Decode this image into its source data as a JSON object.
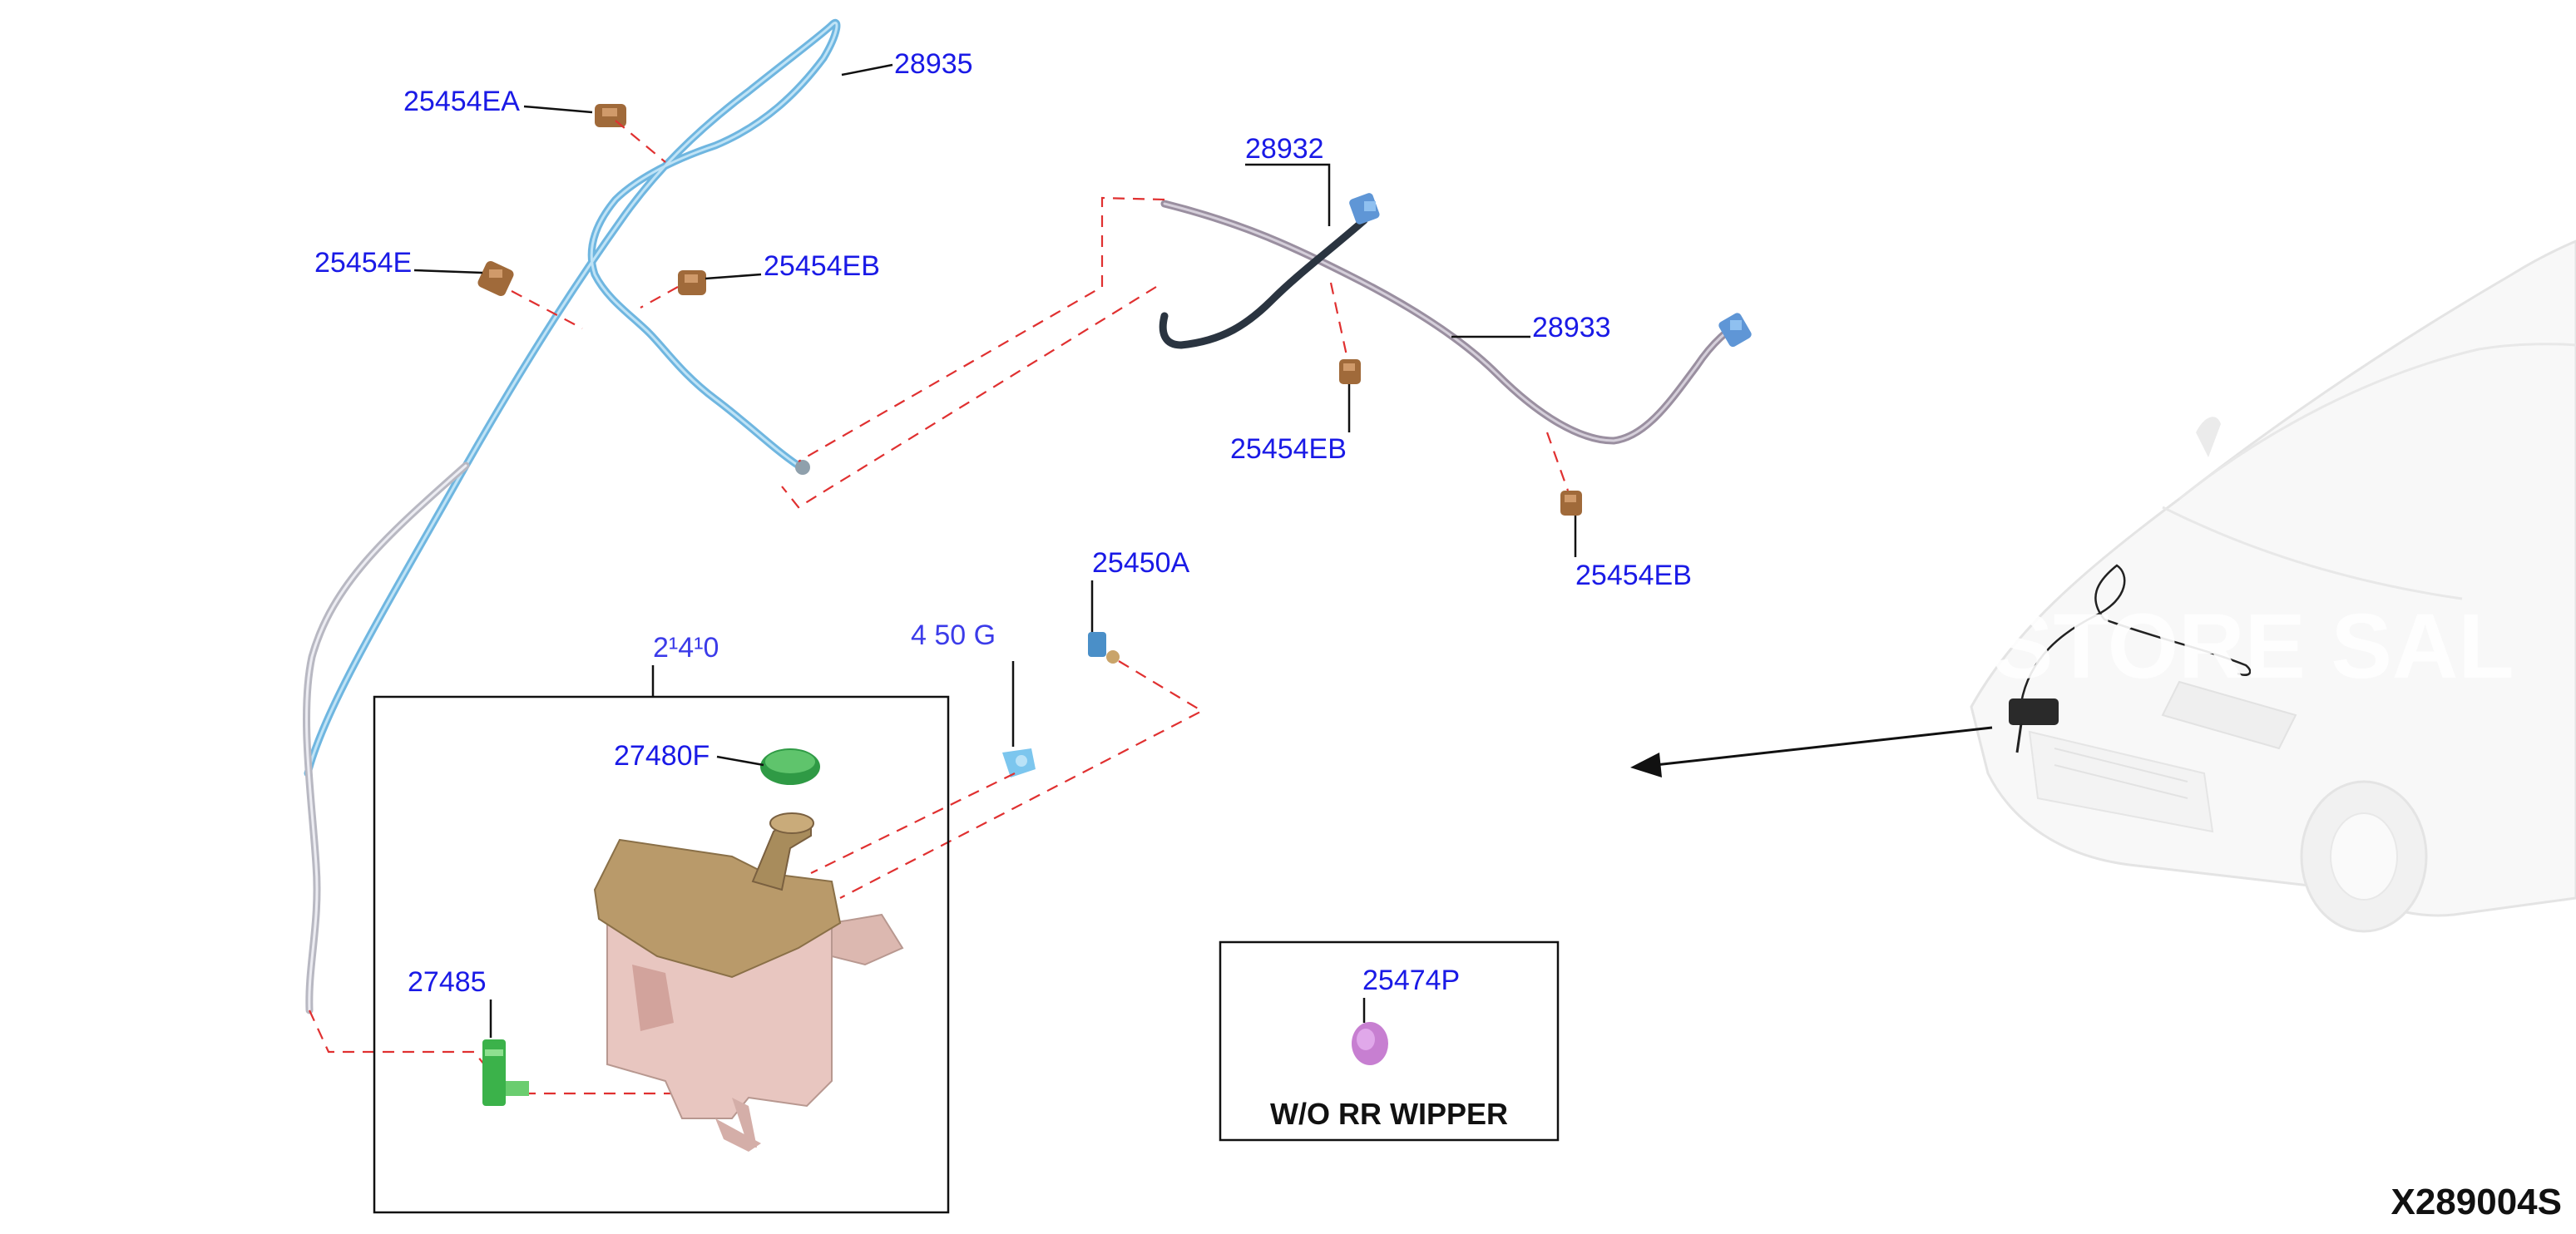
{
  "diagram_code": "X289004S",
  "watermark": "STORE SAL",
  "note_wo_rr_wiper": "W/O RR WIPPER",
  "parts": {
    "p28935": "28935",
    "p25454EA": "25454EA",
    "p25454E": "25454E",
    "p25454EB_top": "25454EB",
    "p28932": "28932",
    "p28933": "28933",
    "p25454EB_mid": "25454EB",
    "p25454EB_right": "25454EB",
    "p25450A": "25450A",
    "p2140_partial": "2¹4¹0",
    "p4_50G_partial": "4 50 G",
    "p27480F": "27480F",
    "p27485": "27485",
    "p25474P": "25474P"
  },
  "colors": {
    "label_blue": "#1a1ae6",
    "hose_blue": "#6fb6e0",
    "hose_gray": "#9a8fa0",
    "hose_dark": "#2a3440",
    "dash_red": "#e03030",
    "tank_tan": "#b99a6a",
    "tank_pink": "#e8c6c0",
    "pump_green": "#3bb24a",
    "clip_brown": "#a06a3a",
    "cap_purple": "#c77fd1"
  }
}
